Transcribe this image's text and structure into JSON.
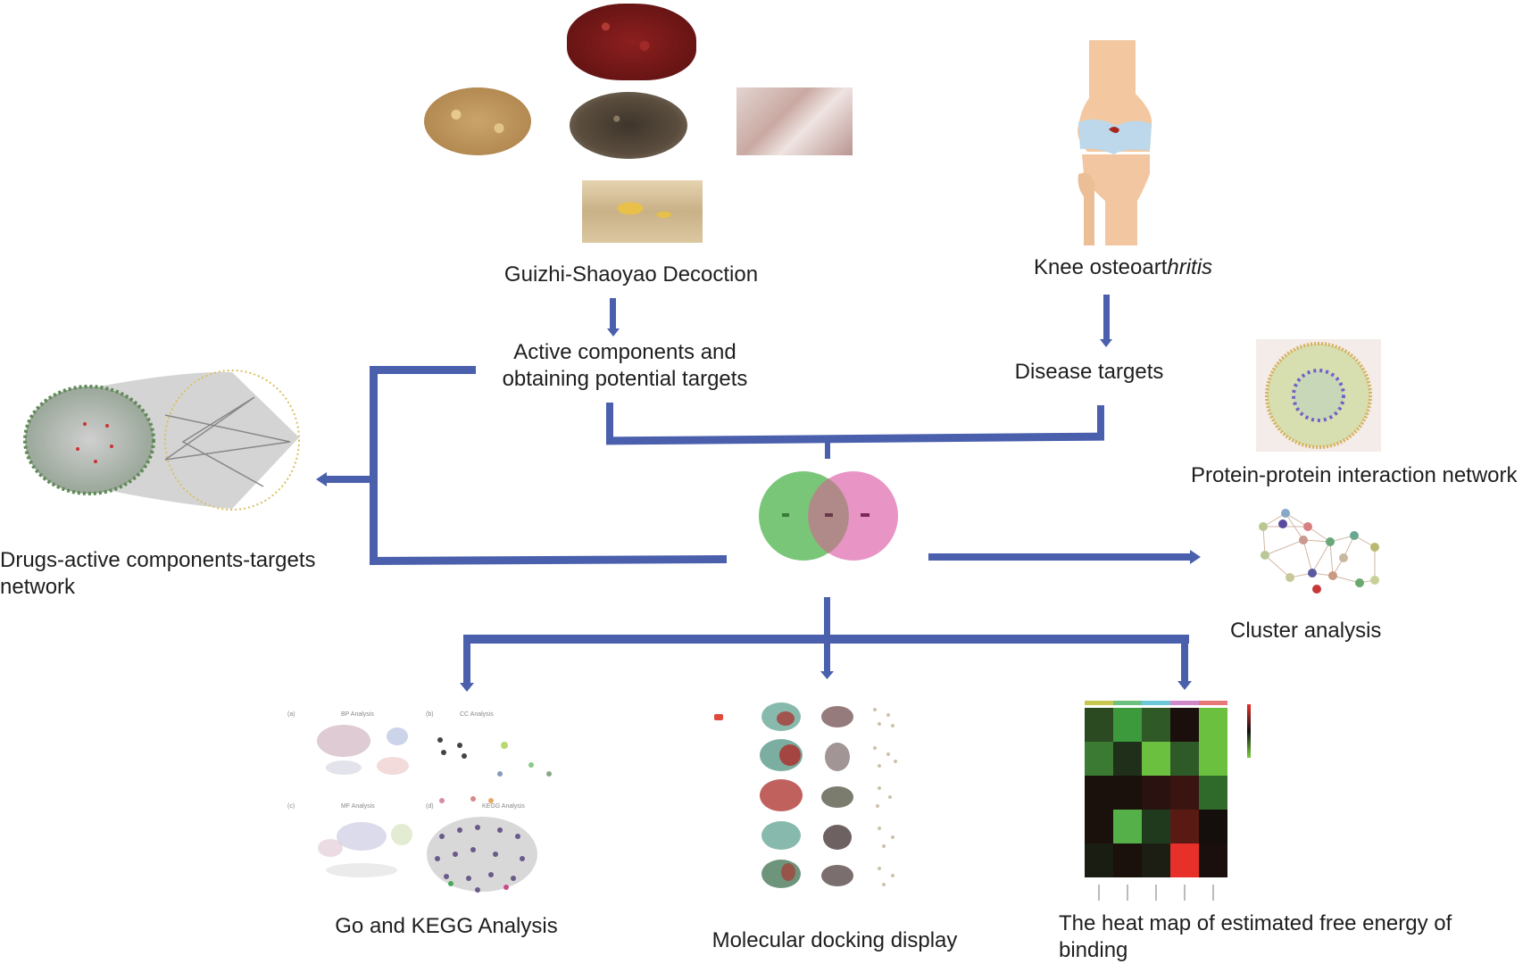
{
  "colors": {
    "arrow": "#4a60ad",
    "venn_left": "#6cc06a",
    "venn_right": "#e58ac0",
    "venn_overlap": "#b08a88"
  },
  "top": {
    "herbs_label": "Guizhi-Shaoyao Decoction",
    "herbs": [
      {
        "name": "jujube",
        "color": "#8a1e1e"
      },
      {
        "name": "light-seeds",
        "color": "#c9a46a"
      },
      {
        "name": "dark-seeds",
        "color": "#4f4436"
      },
      {
        "name": "pink-root-slices",
        "color": "#d9c0bb"
      },
      {
        "name": "ginger",
        "color": "#cdb68a"
      }
    ],
    "disease_label_prefix": "Knee osteoart",
    "disease_label_italic": "hritis"
  },
  "middle": {
    "active_components_line1": "Active components and",
    "active_components_line2": "obtaining potential targets",
    "disease_targets": "Disease targets",
    "drug_network_line1": "Drugs-active components-targets",
    "drug_network_line2": "network",
    "ppi_label": "Protein-protein interaction network",
    "cluster_label": "Cluster analysis"
  },
  "bottom": {
    "go_kegg_label": "Go and KEGG Analysis",
    "go_panels": [
      {
        "tag": "(a)",
        "title": "BP Analysis"
      },
      {
        "tag": "(b)",
        "title": "CC Analysis"
      },
      {
        "tag": "(c)",
        "title": "MF Analysis"
      },
      {
        "tag": "(d)",
        "title": "KEGG Analysis"
      }
    ],
    "docking_label": "Molecular docking display",
    "heatmap_label_line1": "The heat map of estimated free energy of",
    "heatmap_label_line2": "binding",
    "heatmap": {
      "rows": 5,
      "cols": 5,
      "cells": [
        [
          "#2c4a22",
          "#3c9a3c",
          "#2f5a28",
          "#1a0f0c",
          "#6cc040"
        ],
        [
          "#3a7a32",
          "#1f2f1a",
          "#6cc040",
          "#2e5a28",
          "#6cc040"
        ],
        [
          "#1a100c",
          "#1a100c",
          "#2a1210",
          "#3a1410",
          "#2f6a2a"
        ],
        [
          "#1a100c",
          "#56b04a",
          "#1f3a1c",
          "#5a1a14",
          "#140f0c"
        ],
        [
          "#1a1e12",
          "#1a100c",
          "#1c1e14",
          "#e8302a",
          "#1a0f0c"
        ]
      ],
      "top_bar_colors": [
        "#c8c850",
        "#6cc080",
        "#6cc8d8",
        "#d088c8",
        "#e87878"
      ]
    }
  }
}
